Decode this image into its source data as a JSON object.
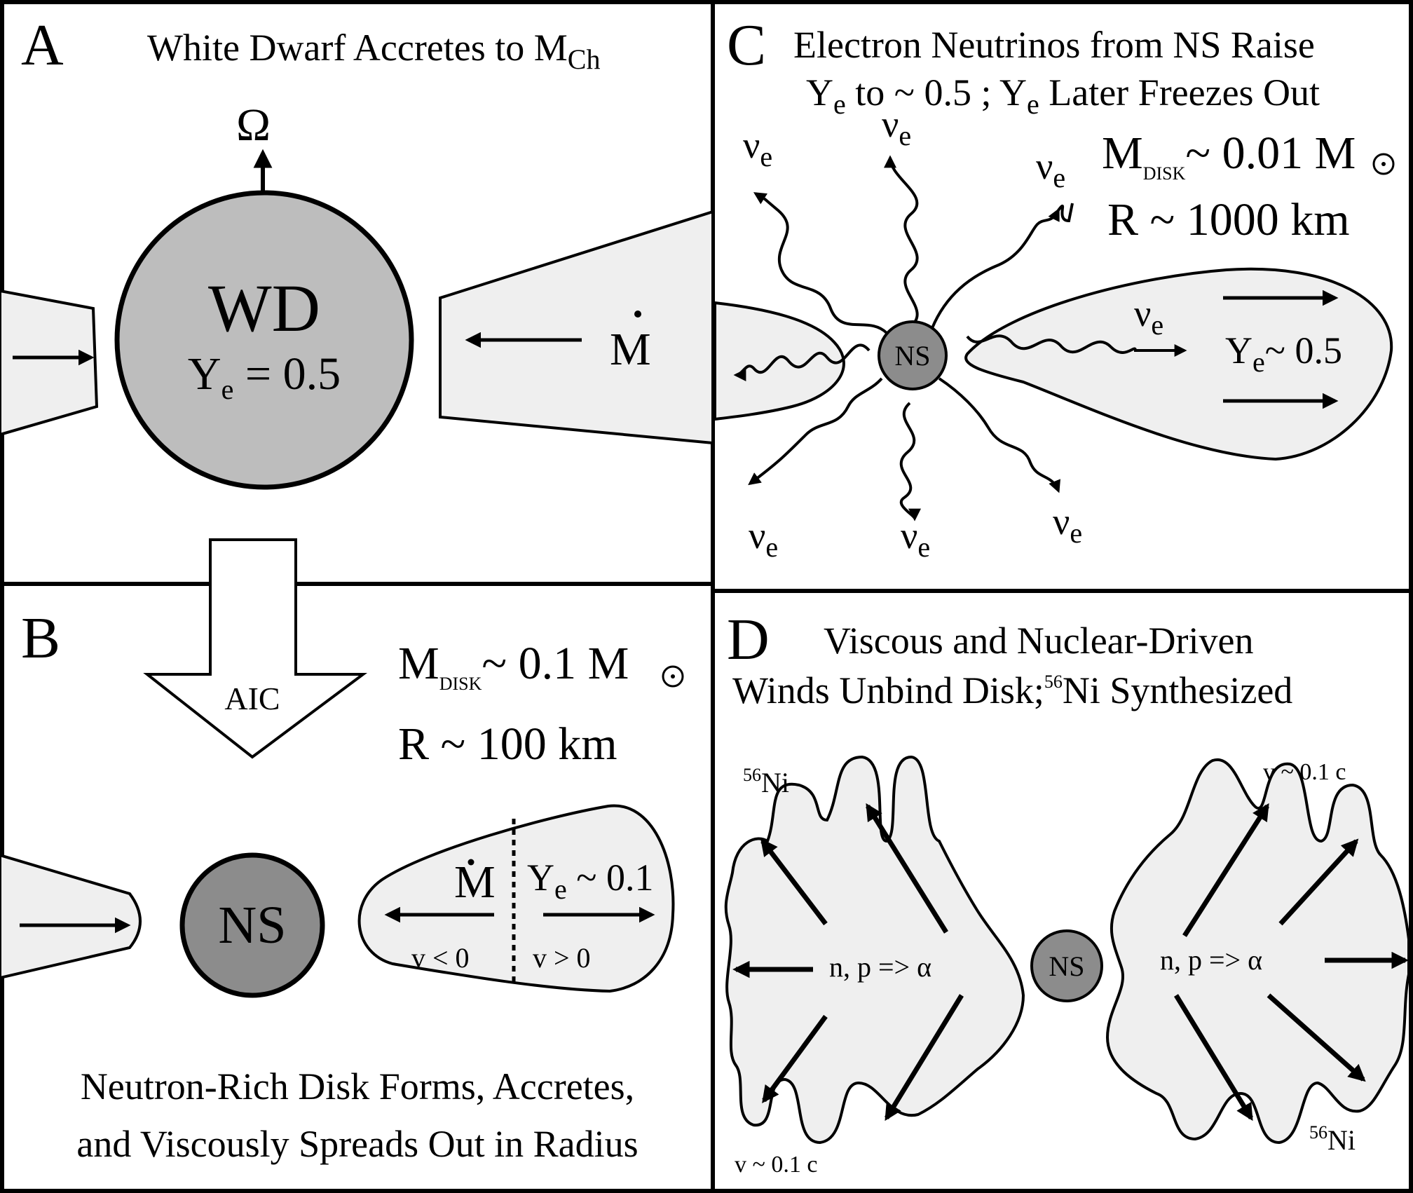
{
  "panel_a": {
    "letter": "A",
    "title_main": "White Dwarf Accretes to M",
    "title_sub": "Ch",
    "omega": "Ω",
    "wd_label": "WD",
    "ye_y": "Y",
    "ye_e": "e",
    "ye_rest": " = 0.5",
    "mdot": "M"
  },
  "arrow_aic": {
    "label": "AIC"
  },
  "panel_b": {
    "letter": "B",
    "mdisk_m": "M",
    "mdisk_sub": "DISK",
    "mdisk_rest": "~ 0.1 M",
    "radius": "R  ~ 100 km",
    "ns_label": "NS",
    "mdot": "M",
    "ye_y": "Y",
    "ye_e": "e",
    "ye_rest": " ~ 0.1",
    "v_left": "v < 0",
    "v_right": "v > 0",
    "caption_line1": "Neutron-Rich Disk Forms, Accretes,",
    "caption_line2": "and Viscously Spreads Out in Radius"
  },
  "panel_c": {
    "letter": "C",
    "title_line1": "Electron Neutrinos from NS Raise",
    "t2_y": "Y",
    "t2_e": "e",
    "t2_mid": " to ~ 0.5 ;  Y",
    "t2_e2": "e",
    "t2_end": " Later Freezes Out",
    "mdisk_m": "M",
    "mdisk_sub": "DISK",
    "mdisk_rest": "~ 0.01 M",
    "radius": "R  ~ 1000 km",
    "ns_label": "NS",
    "nu": "ν",
    "nu_sub": "e",
    "ye_y": "Y",
    "ye_e": "e",
    "ye_rest": "~ 0.5"
  },
  "panel_d": {
    "letter": "D",
    "title_line1": "Viscous and Nuclear-Driven",
    "t2_a": "Winds Unbind Disk;",
    "t2_sup": "56",
    "t2_b": "Ni Synthesized",
    "ni_sup": "56",
    "ni": "Ni",
    "v_label": "v ~ 0.1 c",
    "reaction": "n, p =>  α",
    "ns_label": "NS"
  }
}
